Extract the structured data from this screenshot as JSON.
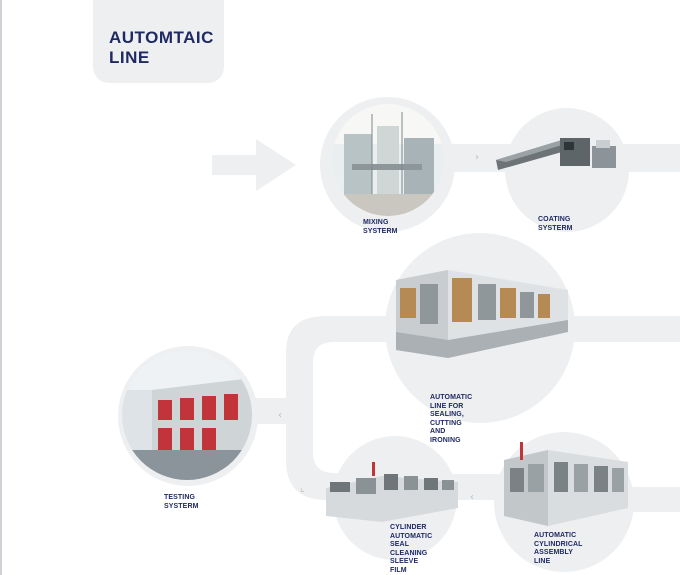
{
  "title": "AUTOMTAIC\nLINE",
  "nodes": {
    "mixing": {
      "label": "MIXING SYSTERM"
    },
    "coating": {
      "label": "COATING SYSTERM"
    },
    "sealing": {
      "label": "AUTOMATIC LINE FOR SEALING,\nCUTTING AND IRONING"
    },
    "testing": {
      "label": "TESTING SYSTERM"
    },
    "cylinder": {
      "label": "CYLINDER\nAUTOMATIC\nSEAL CLEANING\nSLEEVE FILM"
    },
    "assembly": {
      "label": "AUTOMATIC\nCYLINDRICAL\nASSEMBLY\nLINE"
    }
  },
  "colors": {
    "title": "#1f2a63",
    "track": "#eeeff1",
    "accent_red": "#c0343a",
    "chevron": "#b8bcc2"
  }
}
